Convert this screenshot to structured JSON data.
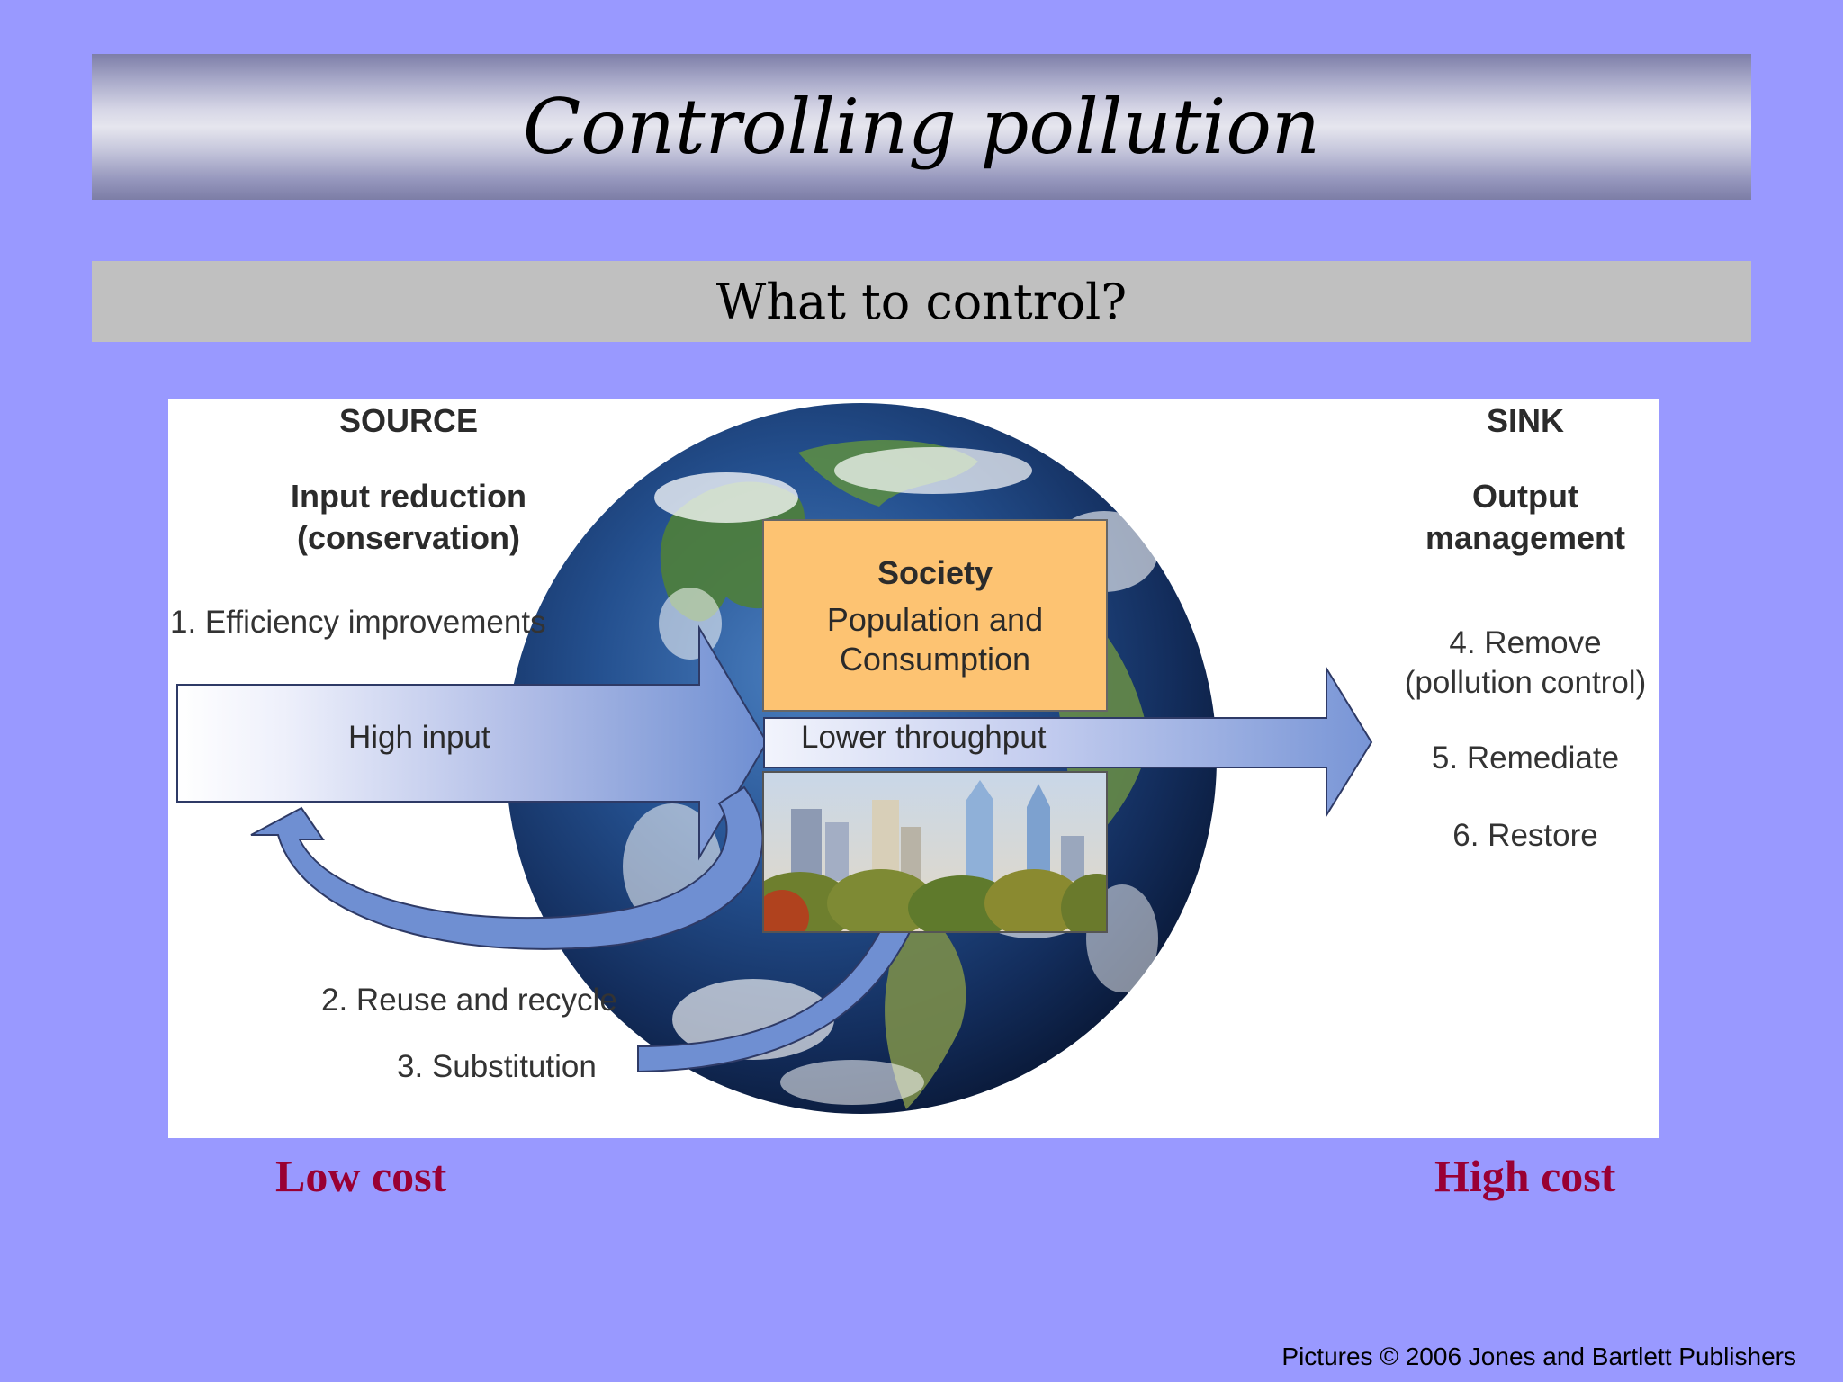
{
  "title": "Controlling pollution",
  "subtitle": "What to control?",
  "diagram": {
    "source": {
      "heading": "SOURCE",
      "strategy_line1": "Input reduction",
      "strategy_line2": "(conservation)",
      "items": [
        "1. Efficiency improvements",
        "2. Reuse and recycle",
        "3. Substitution"
      ]
    },
    "sink": {
      "heading": "SINK",
      "strategy_line1": "Output",
      "strategy_line2": "management",
      "items": [
        "4. Remove",
        "(pollution control)",
        "5. Remediate",
        "6. Restore"
      ]
    },
    "society": {
      "title": "Society",
      "line1": "Population and",
      "line2": "Consumption"
    },
    "flows": {
      "input": "High input",
      "throughput": "Lower throughput"
    }
  },
  "costs": {
    "low": "Low cost",
    "high": "High cost"
  },
  "credit": "Pictures © 2006 Jones and Bartlett Publishers"
}
